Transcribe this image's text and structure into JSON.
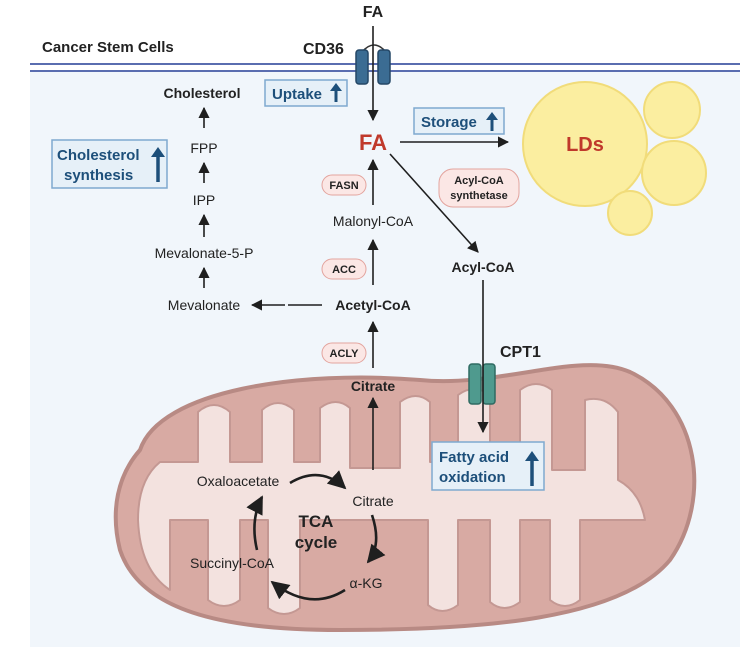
{
  "header": {
    "title": "Cancer Stem Cells"
  },
  "membrane": {
    "receptor": "CD36",
    "ligand": "FA"
  },
  "badges": {
    "uptake": "Uptake",
    "storage": "Storage",
    "cholesterol_line1": "Cholesterol",
    "cholesterol_line2": "synthesis",
    "fao_line1": "Fatty acid",
    "fao_line2": "oxidation"
  },
  "nodes": {
    "fa_center": "FA",
    "lds": "LDs",
    "malonyl_coa": "Malonyl-CoA",
    "acetyl_coa": "Acetyl-CoA",
    "citrate_top": "Citrate",
    "acyl_coa": "Acyl-CoA",
    "cpt1": "CPT1",
    "cholesterol": "Cholesterol",
    "fpp": "FPP",
    "ipp": "IPP",
    "mevalonate_5p": "Mevalonate-5-P",
    "mevalonate": "Mevalonate"
  },
  "enzymes": {
    "fasn": "FASN",
    "acc": "ACC",
    "acly": "ACLY",
    "acyl_coa_synthetase_line1": "Acyl-CoA",
    "acyl_coa_synthetase_line2": "synthetase"
  },
  "tca": {
    "label_line1": "TCA",
    "label_line2": "cycle",
    "oxaloacetate": "Oxaloacetate",
    "citrate": "Citrate",
    "akg": "α-KG",
    "succinyl_coa": "Succinyl-CoA"
  },
  "colors": {
    "fa_red": "#c0392b",
    "badge_blue": "#1d4f7a",
    "badge_fill": "#e6f0f8",
    "membrane": "#5a6db0",
    "receptor": "#3b6c93",
    "cpt1": "#4f9a8e",
    "mito_outer": "#b88a84",
    "mito_inner": "#f3e2df",
    "lipid_droplet": "#fbeea0",
    "enzyme_pill": "#fbe7e5"
  }
}
